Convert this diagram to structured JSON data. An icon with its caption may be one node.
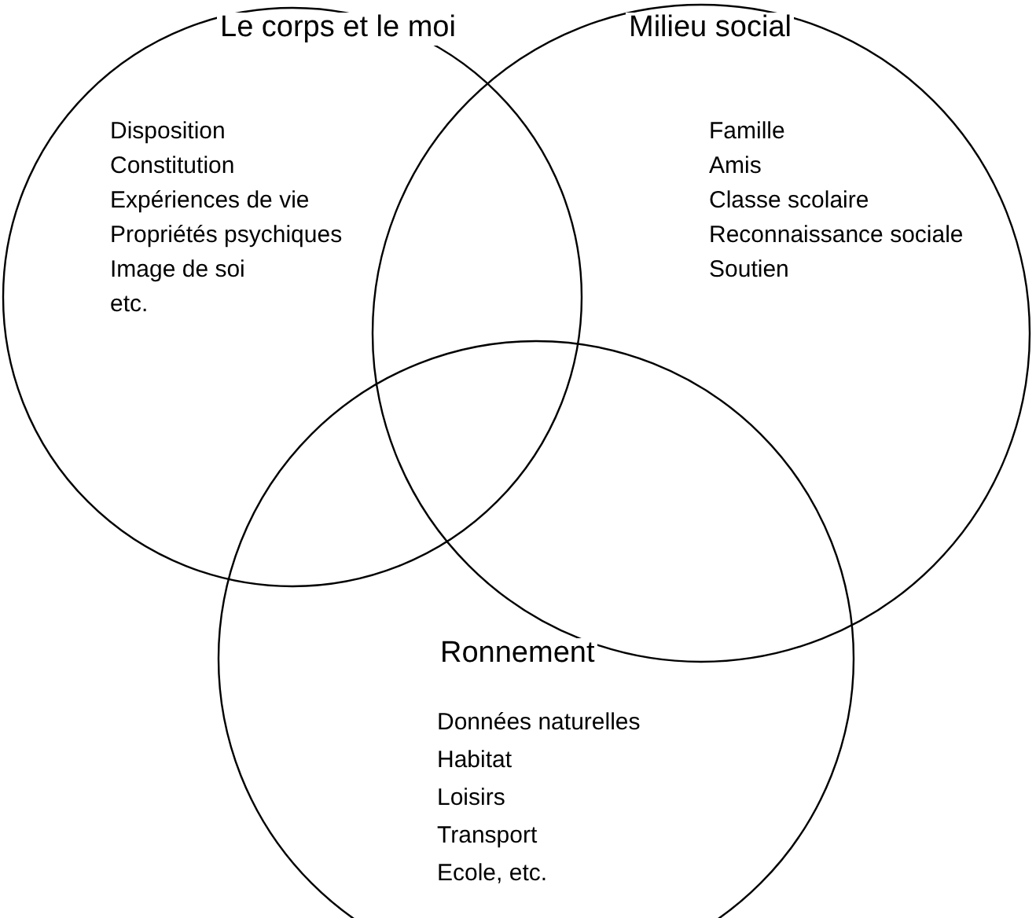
{
  "diagram": {
    "nodes": [
      {
        "text": [
          "Le corps et le moi",
          "Disposition",
          "Constitution",
          "Expériences de vie",
          "Propriétés psychiques",
          "Image de soi",
          "etc."
        ]
      },
      {
        "text": [
          "Milieu social",
          "Famille",
          "Amis",
          "Classe scolaire",
          "Reconnaissance sociale",
          "Soutien"
        ]
      },
      {
        "text": [
          "Ronnement",
          "Données naturelles",
          "Habitat",
          "Loisirs",
          "Transport",
          "Ecole, etc."
        ]
      }
    ]
  }
}
